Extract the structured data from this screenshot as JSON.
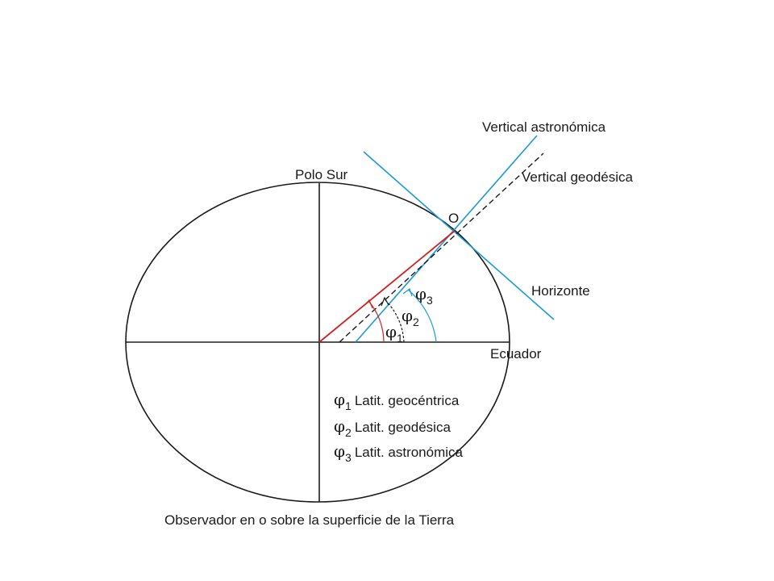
{
  "labels": {
    "polo_sur": "Polo Sur",
    "ecuador": "Ecuador",
    "origin": "O",
    "vertical_astronomica": "Vertical astronómica",
    "vertical_geodesica": "Vertical geodésica",
    "horizonte": "Horizonte",
    "caption": "Observador en o sobre la superficie de la Tierra"
  },
  "angles": [
    {
      "symbol": "φ",
      "index": "1"
    },
    {
      "symbol": "φ",
      "index": "2"
    },
    {
      "symbol": "φ",
      "index": "3"
    }
  ],
  "legend": [
    {
      "symbol": "φ",
      "index": "1",
      "text": "Latit. geocéntrica"
    },
    {
      "symbol": "φ",
      "index": "2",
      "text": "Latit. geodésica"
    },
    {
      "symbol": "φ",
      "index": "3",
      "text": "Latit. astronómica"
    }
  ],
  "colors": {
    "outline": "#1a1a1a",
    "geocentric": "#d42020",
    "astronomic": "#1a9ad6",
    "geodetic": "#1a1a1a"
  }
}
